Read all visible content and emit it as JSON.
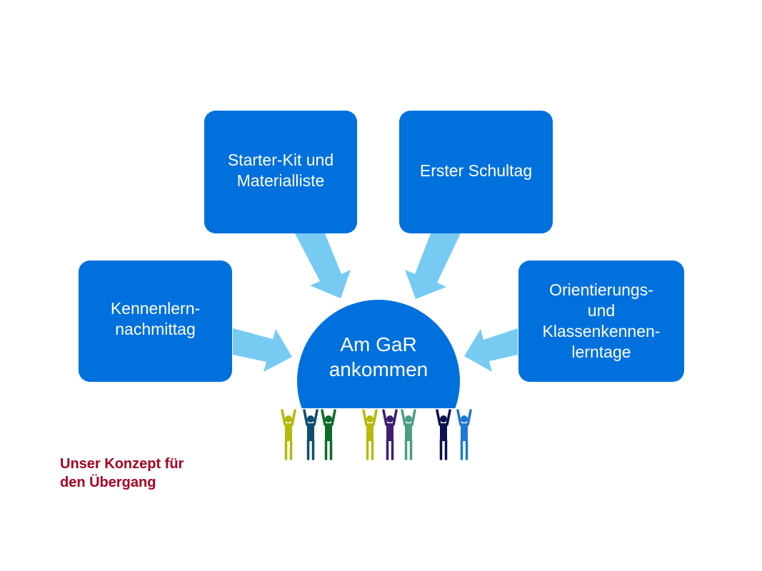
{
  "diagram": {
    "center": {
      "label": "Am GaR\nankommen"
    },
    "boxes": [
      {
        "id": "starter",
        "label": "Starter-Kit und\nMaterialliste"
      },
      {
        "id": "erster",
        "label": "Erster Schultag"
      },
      {
        "id": "kennen",
        "label": "Kennenlern-\nnachmittag"
      },
      {
        "id": "orient",
        "label": "Orientierungs-\nund\nKlassenkennen-\nlerntage"
      }
    ],
    "people_icon": "people-raising-hands-icon",
    "caption": "Unser Konzept für\nden Übergang"
  },
  "colors": {
    "box": "#0070dd",
    "arrow": "#77cbf2",
    "caption": "#a50021",
    "people": [
      "#b4b90a",
      "#0f4e6e",
      "#0d6a2a",
      "#b4b90a",
      "#3c1f72",
      "#4a9e84",
      "#0c1150",
      "#1f78d1"
    ]
  }
}
